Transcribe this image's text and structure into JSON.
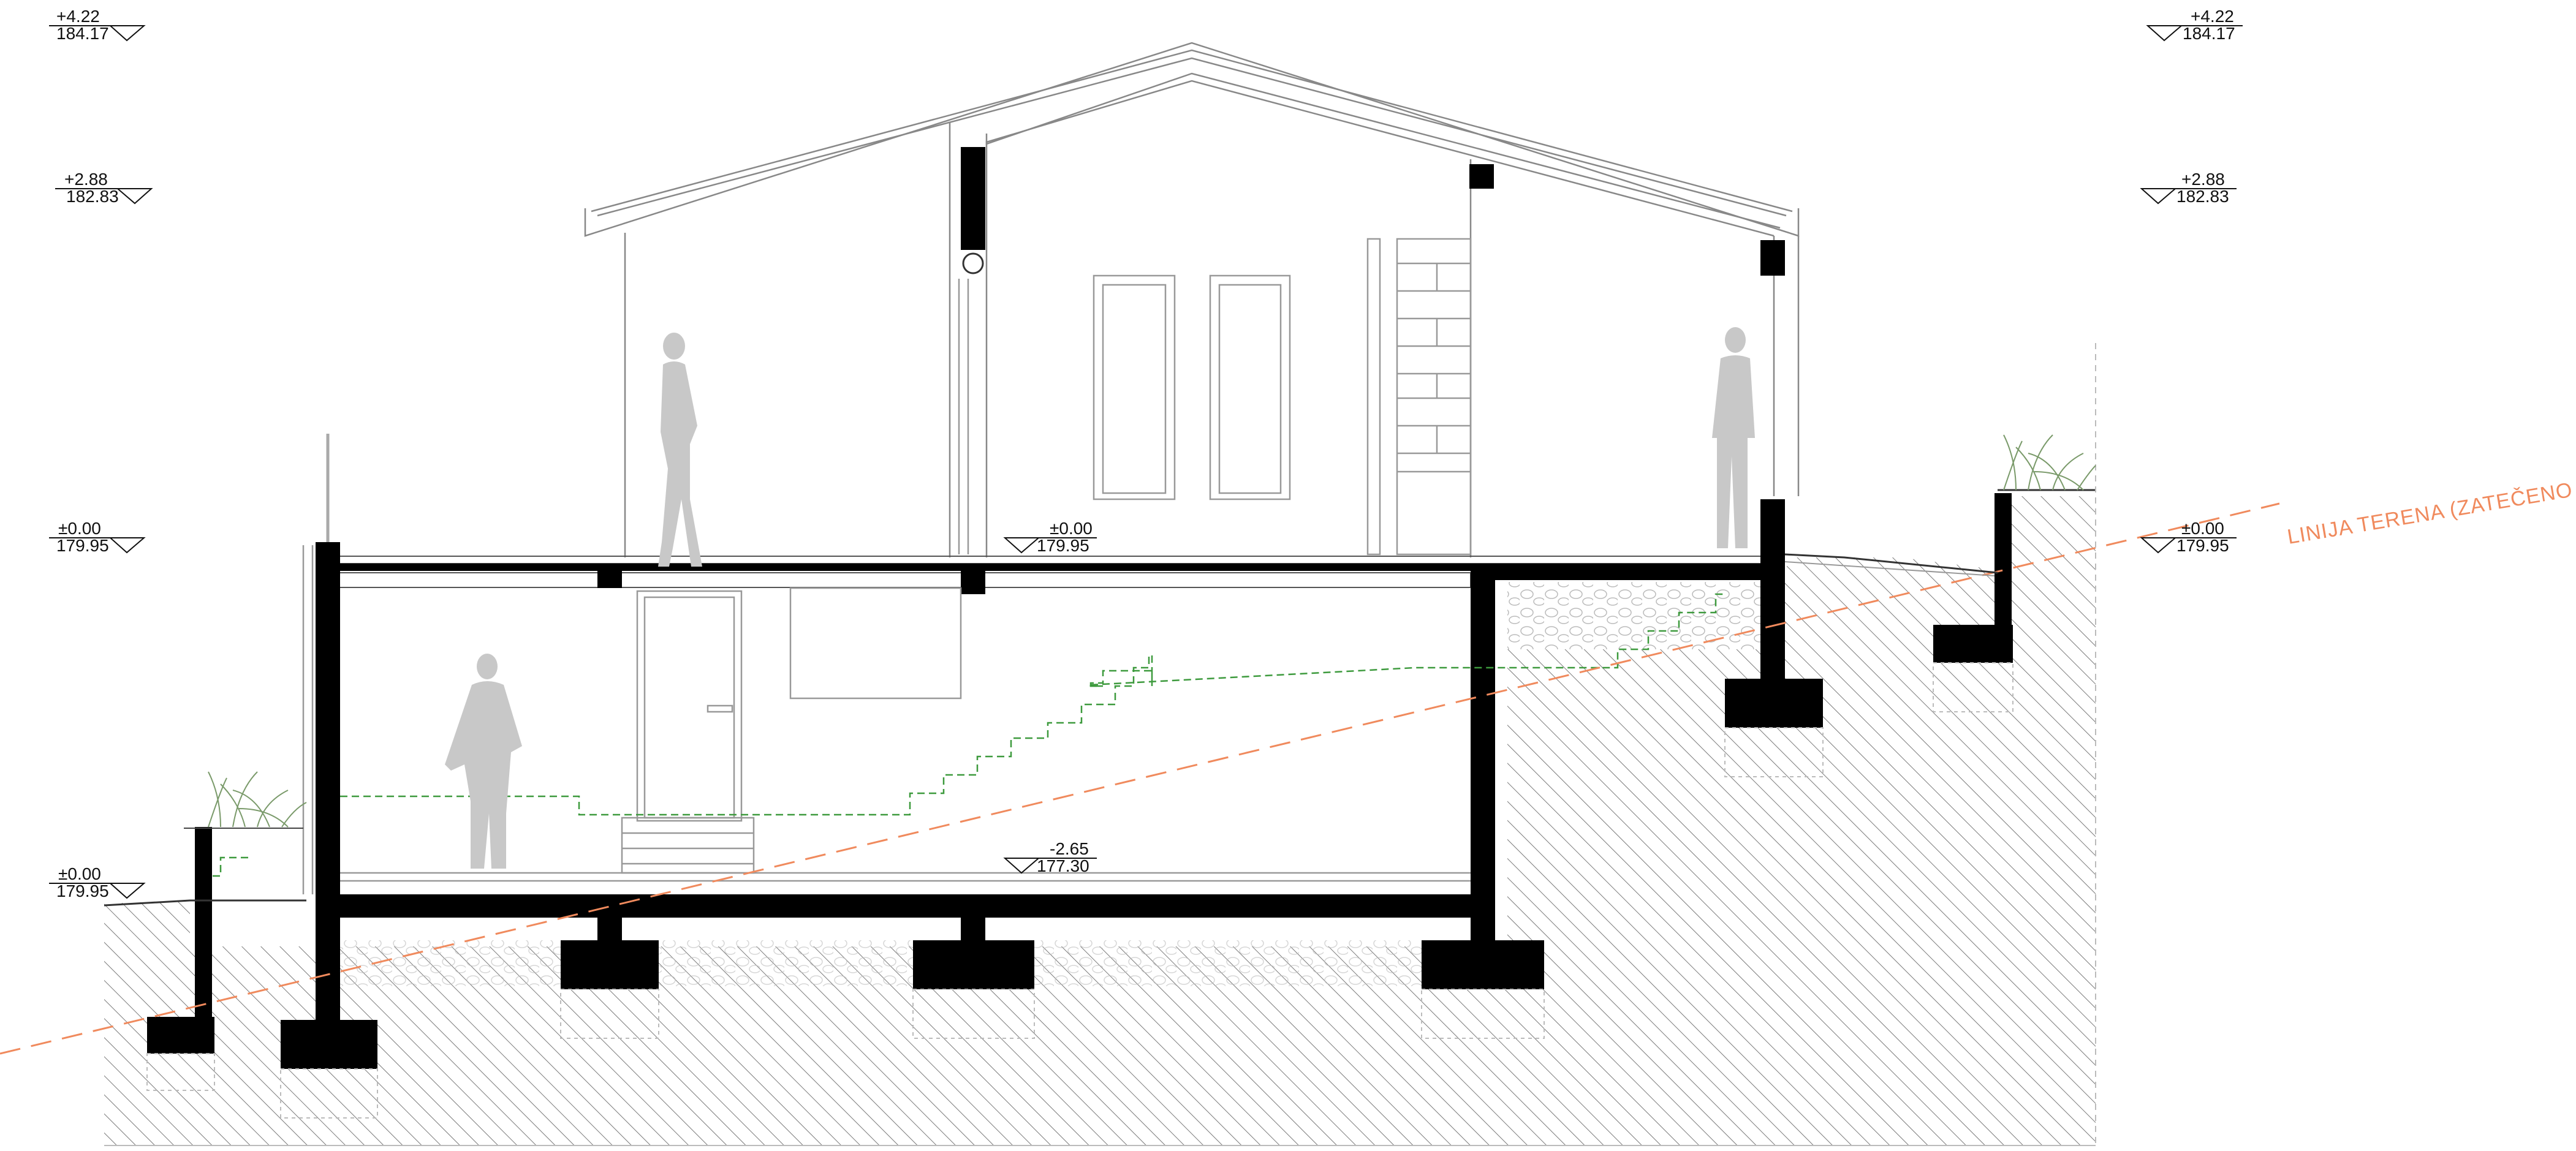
{
  "levels": {
    "left_ridge": {
      "rel": "+4.22",
      "abs": "184.17"
    },
    "right_ridge": {
      "rel": "+4.22",
      "abs": "184.17"
    },
    "left_eave": {
      "rel": "+2.88",
      "abs": "182.83"
    },
    "right_eave": {
      "rel": "+2.88",
      "abs": "182.83"
    },
    "left_ground": {
      "rel": "±0.00",
      "abs": "179.95"
    },
    "right_ground": {
      "rel": "±0.00",
      "abs": "179.95"
    },
    "left_low": {
      "rel": "±0.00",
      "abs": "179.95"
    },
    "floor_main": {
      "rel": "±0.00",
      "abs": "179.95"
    },
    "floor_basement": {
      "rel": "-2.65",
      "abs": "177.30"
    }
  },
  "terrain": {
    "label": "LINIJA TERENA (ZATEČENO STANJE)"
  },
  "colors": {
    "structure": "#000000",
    "line": "#555555",
    "figure": "#c8c8c8",
    "terrain": "#f08a5d",
    "stairs": "#3d9a3d",
    "plant": "#7a9a6a",
    "hatch": "#7a7a7a"
  },
  "icons": [
    "person-silhouette-icon",
    "plant-icon",
    "level-marker-icon"
  ]
}
